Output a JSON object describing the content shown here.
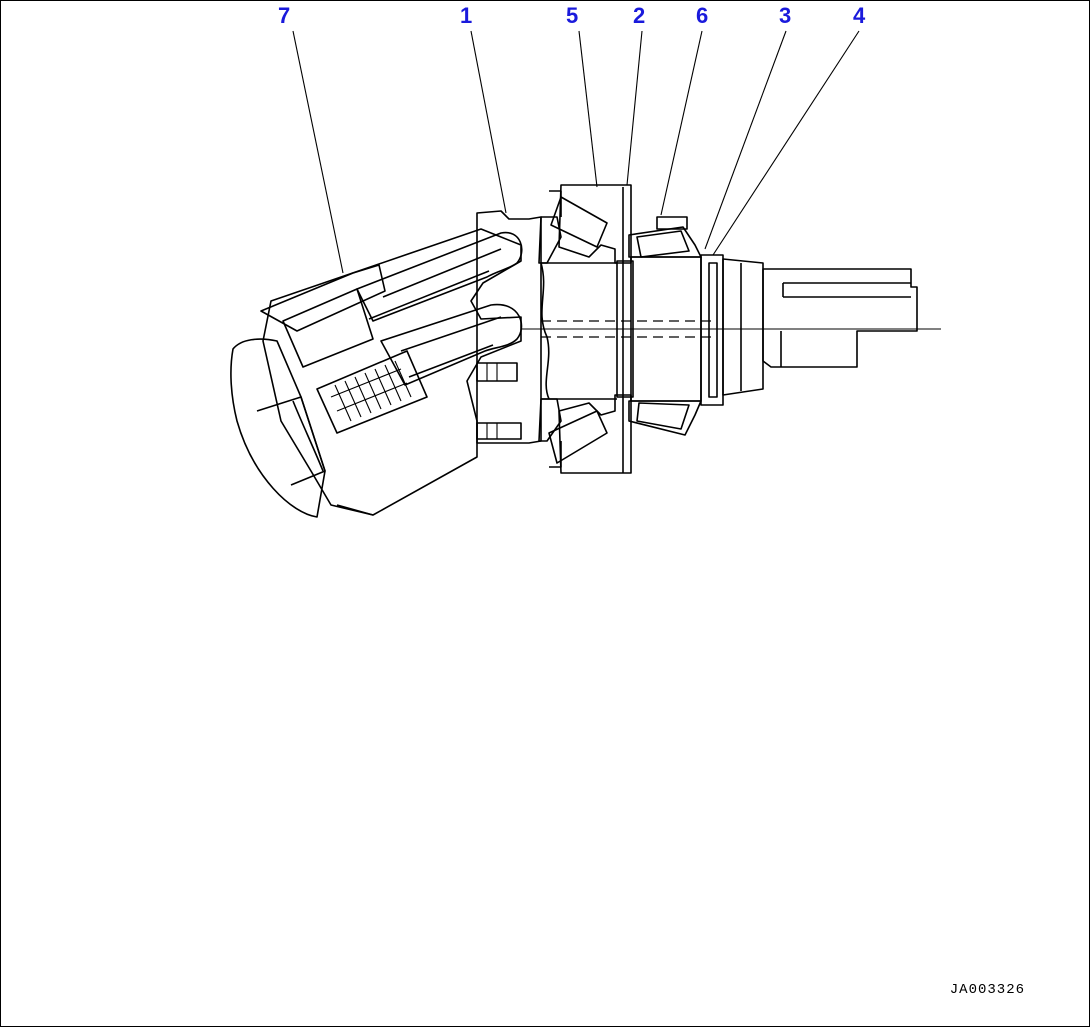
{
  "drawing": {
    "callouts": [
      {
        "id": "7",
        "label": "7"
      },
      {
        "id": "1",
        "label": "1"
      },
      {
        "id": "5",
        "label": "5"
      },
      {
        "id": "2",
        "label": "2"
      },
      {
        "id": "6",
        "label": "6"
      },
      {
        "id": "3",
        "label": "3"
      },
      {
        "id": "4",
        "label": "4"
      }
    ],
    "drawing_code": "JA003326",
    "callout_color": "#1a1adc"
  }
}
